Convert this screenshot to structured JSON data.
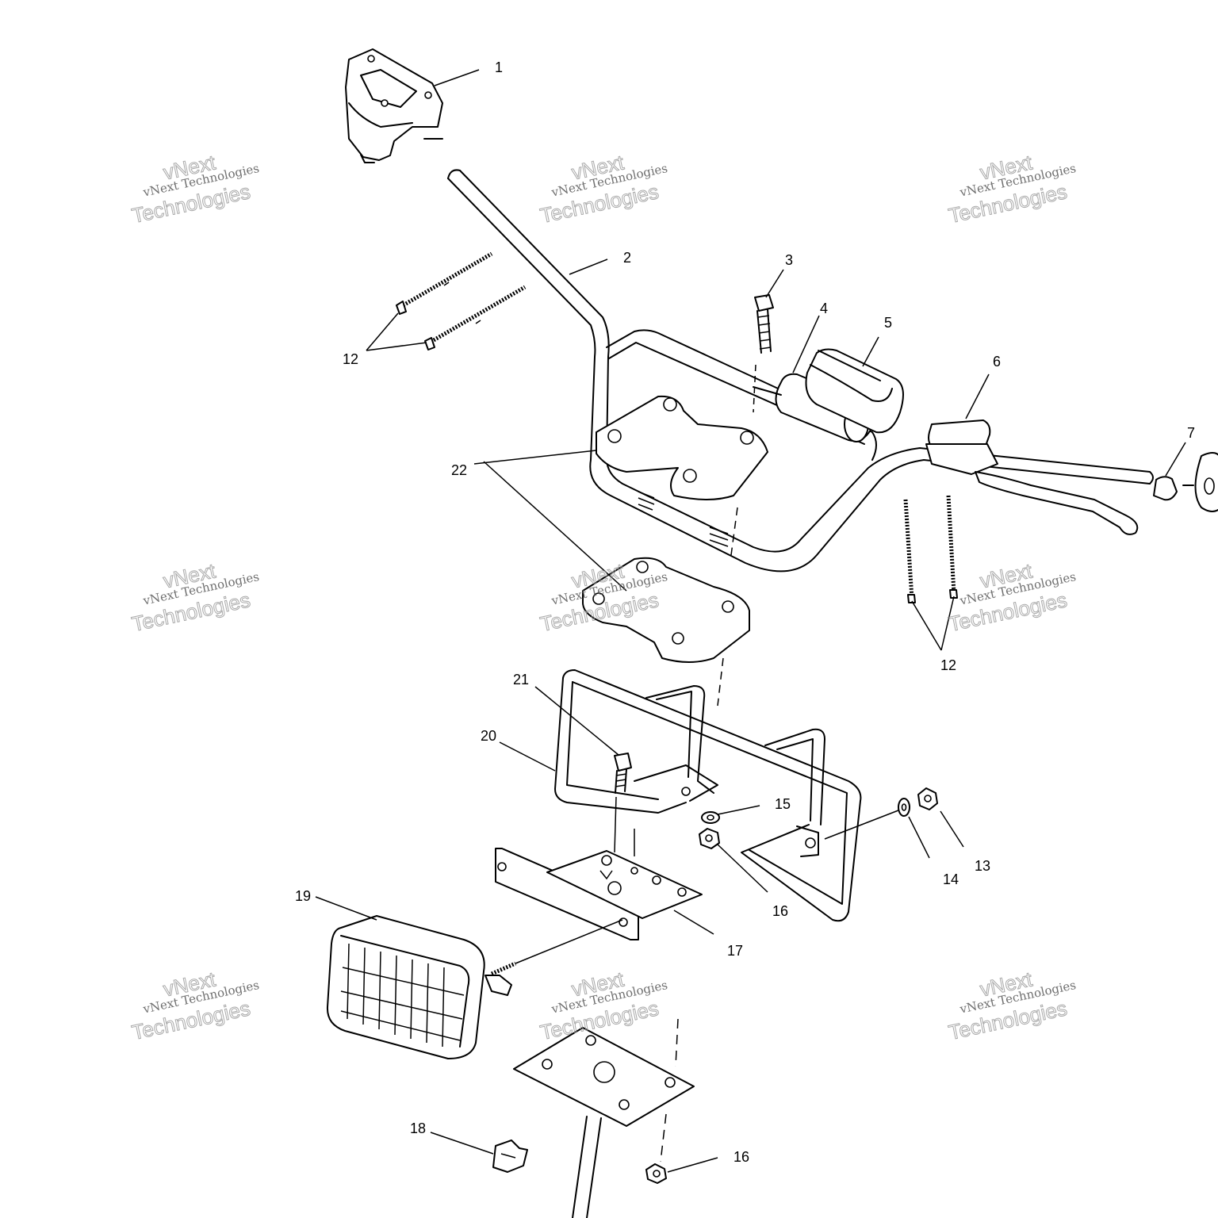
{
  "diagram": {
    "callouts": [
      {
        "id": "c1",
        "text": "1"
      },
      {
        "id": "c2",
        "text": "2"
      },
      {
        "id": "c3",
        "text": "3"
      },
      {
        "id": "c4",
        "text": "4"
      },
      {
        "id": "c5",
        "text": "5"
      },
      {
        "id": "c6",
        "text": "6"
      },
      {
        "id": "c7",
        "text": "7"
      },
      {
        "id": "c12a",
        "text": "12"
      },
      {
        "id": "c12b",
        "text": "12"
      },
      {
        "id": "c13",
        "text": "13"
      },
      {
        "id": "c14",
        "text": "14"
      },
      {
        "id": "c15",
        "text": "15"
      },
      {
        "id": "c16a",
        "text": "16"
      },
      {
        "id": "c16b",
        "text": "16"
      },
      {
        "id": "c17",
        "text": "17"
      },
      {
        "id": "c18",
        "text": "18"
      },
      {
        "id": "c19",
        "text": "19"
      },
      {
        "id": "c20",
        "text": "20"
      },
      {
        "id": "c21",
        "text": "21"
      },
      {
        "id": "c22",
        "text": "22"
      }
    ]
  },
  "watermark": {
    "line1": "vNext Technologies",
    "line2": "vNext",
    "line3": "Technologies"
  },
  "colors": {
    "line": "#000000",
    "background": "#ffffff",
    "watermark": "#9a9a9a"
  }
}
